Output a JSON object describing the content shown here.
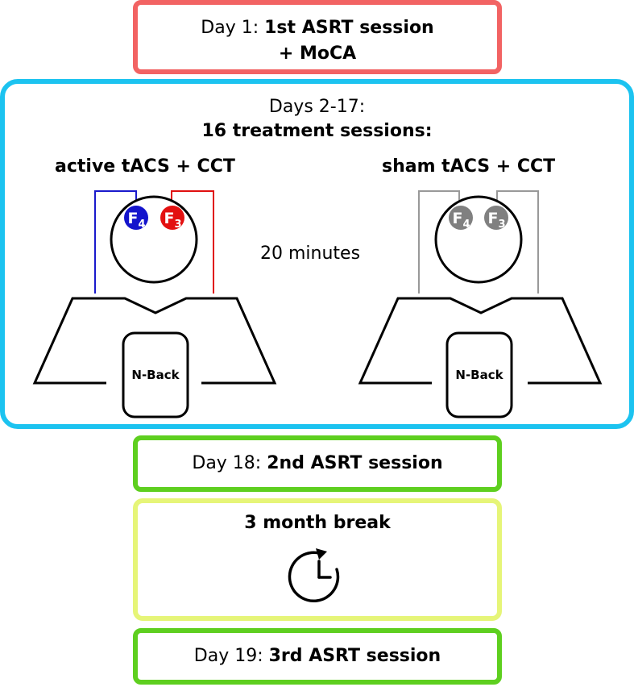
{
  "day1": {
    "prefix": "Day 1: ",
    "title": "1st ASRT session",
    "line2": "+ MoCA"
  },
  "treatment": {
    "days": "Days 2-17:",
    "title": "16 treatment sessions:",
    "active_label": "active tACS + CCT",
    "sham_label": "sham tACS + CCT",
    "duration": "20 minutes",
    "electrode_left": "F",
    "electrode_left_sub": "4",
    "electrode_right": "F",
    "electrode_right_sub": "3",
    "task_label": "N-Back"
  },
  "day18": {
    "prefix": "Day 18: ",
    "title": "2nd ASRT session"
  },
  "break": {
    "title": "3 month break",
    "icon": "clock-icon"
  },
  "day19": {
    "prefix": "Day 19: ",
    "title": "3rd ASRT session"
  },
  "colors": {
    "day1_border": "#f26363",
    "treatment_border": "#1cc3f0",
    "session_border": "#5ecf1f",
    "break_border": "#e6f578",
    "active_left_wire": "#1a1acc",
    "active_right_wire": "#e01010",
    "sham_wire": "#999999"
  }
}
